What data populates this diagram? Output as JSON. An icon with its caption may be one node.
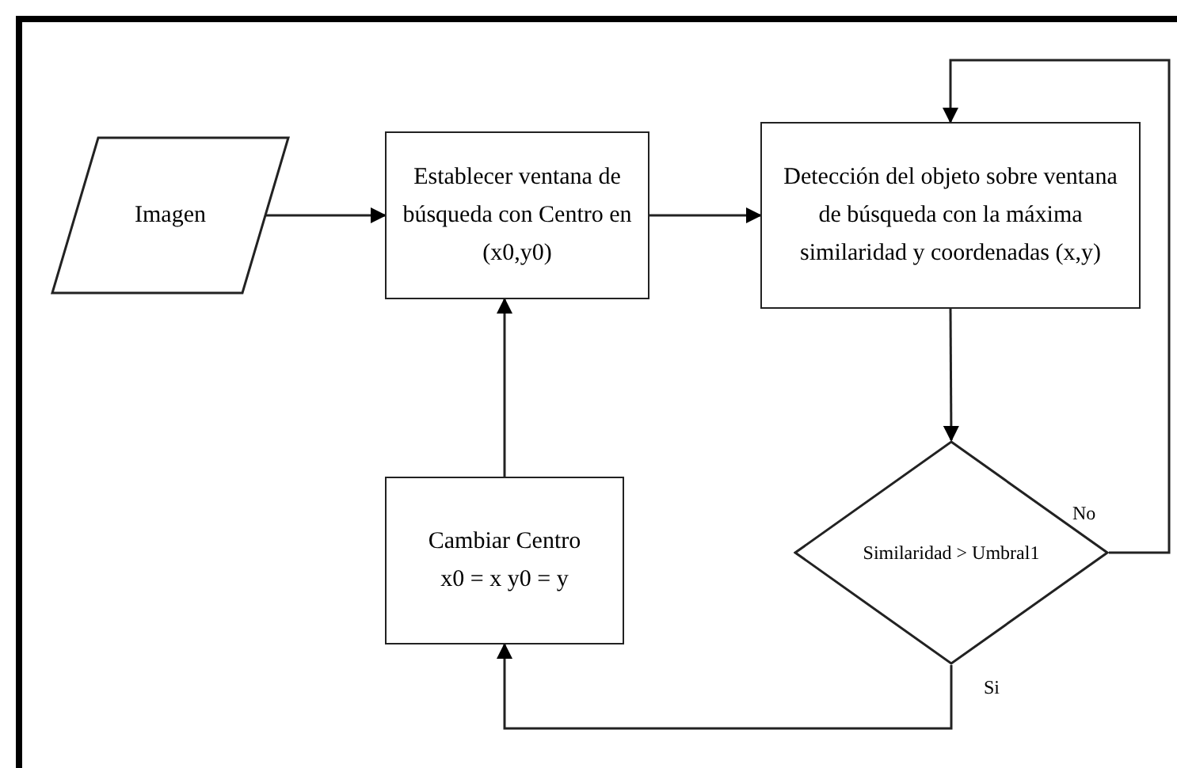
{
  "diagram": {
    "nodes": [
      {
        "text": [
          "Imagen"
        ]
      },
      {
        "text": [
          "Establecer ventana de búsqueda con Centro en (x0,y0)"
        ]
      },
      {
        "text": [
          "Detección del objeto sobre ventana de búsqueda con la máxima similaridad y coordenadas (x,y)"
        ]
      },
      {
        "text": [
          "Similaridad > Umbral1"
        ]
      },
      {
        "text": [
          "Cambiar Centro x0 = x y0 = y"
        ]
      }
    ],
    "edges": [
      {
        "from": 0,
        "to": 1,
        "arrow": "to"
      },
      {
        "from": 1,
        "to": 2,
        "arrow": "to"
      },
      {
        "from": 2,
        "to": 3,
        "arrow": "to"
      },
      {
        "from": 3,
        "to": 2,
        "arrow": "to",
        "label": "No"
      },
      {
        "from": 3,
        "to": 4,
        "arrow": "to",
        "label": "Si"
      },
      {
        "from": 4,
        "to": 1,
        "arrow": "to"
      }
    ]
  }
}
